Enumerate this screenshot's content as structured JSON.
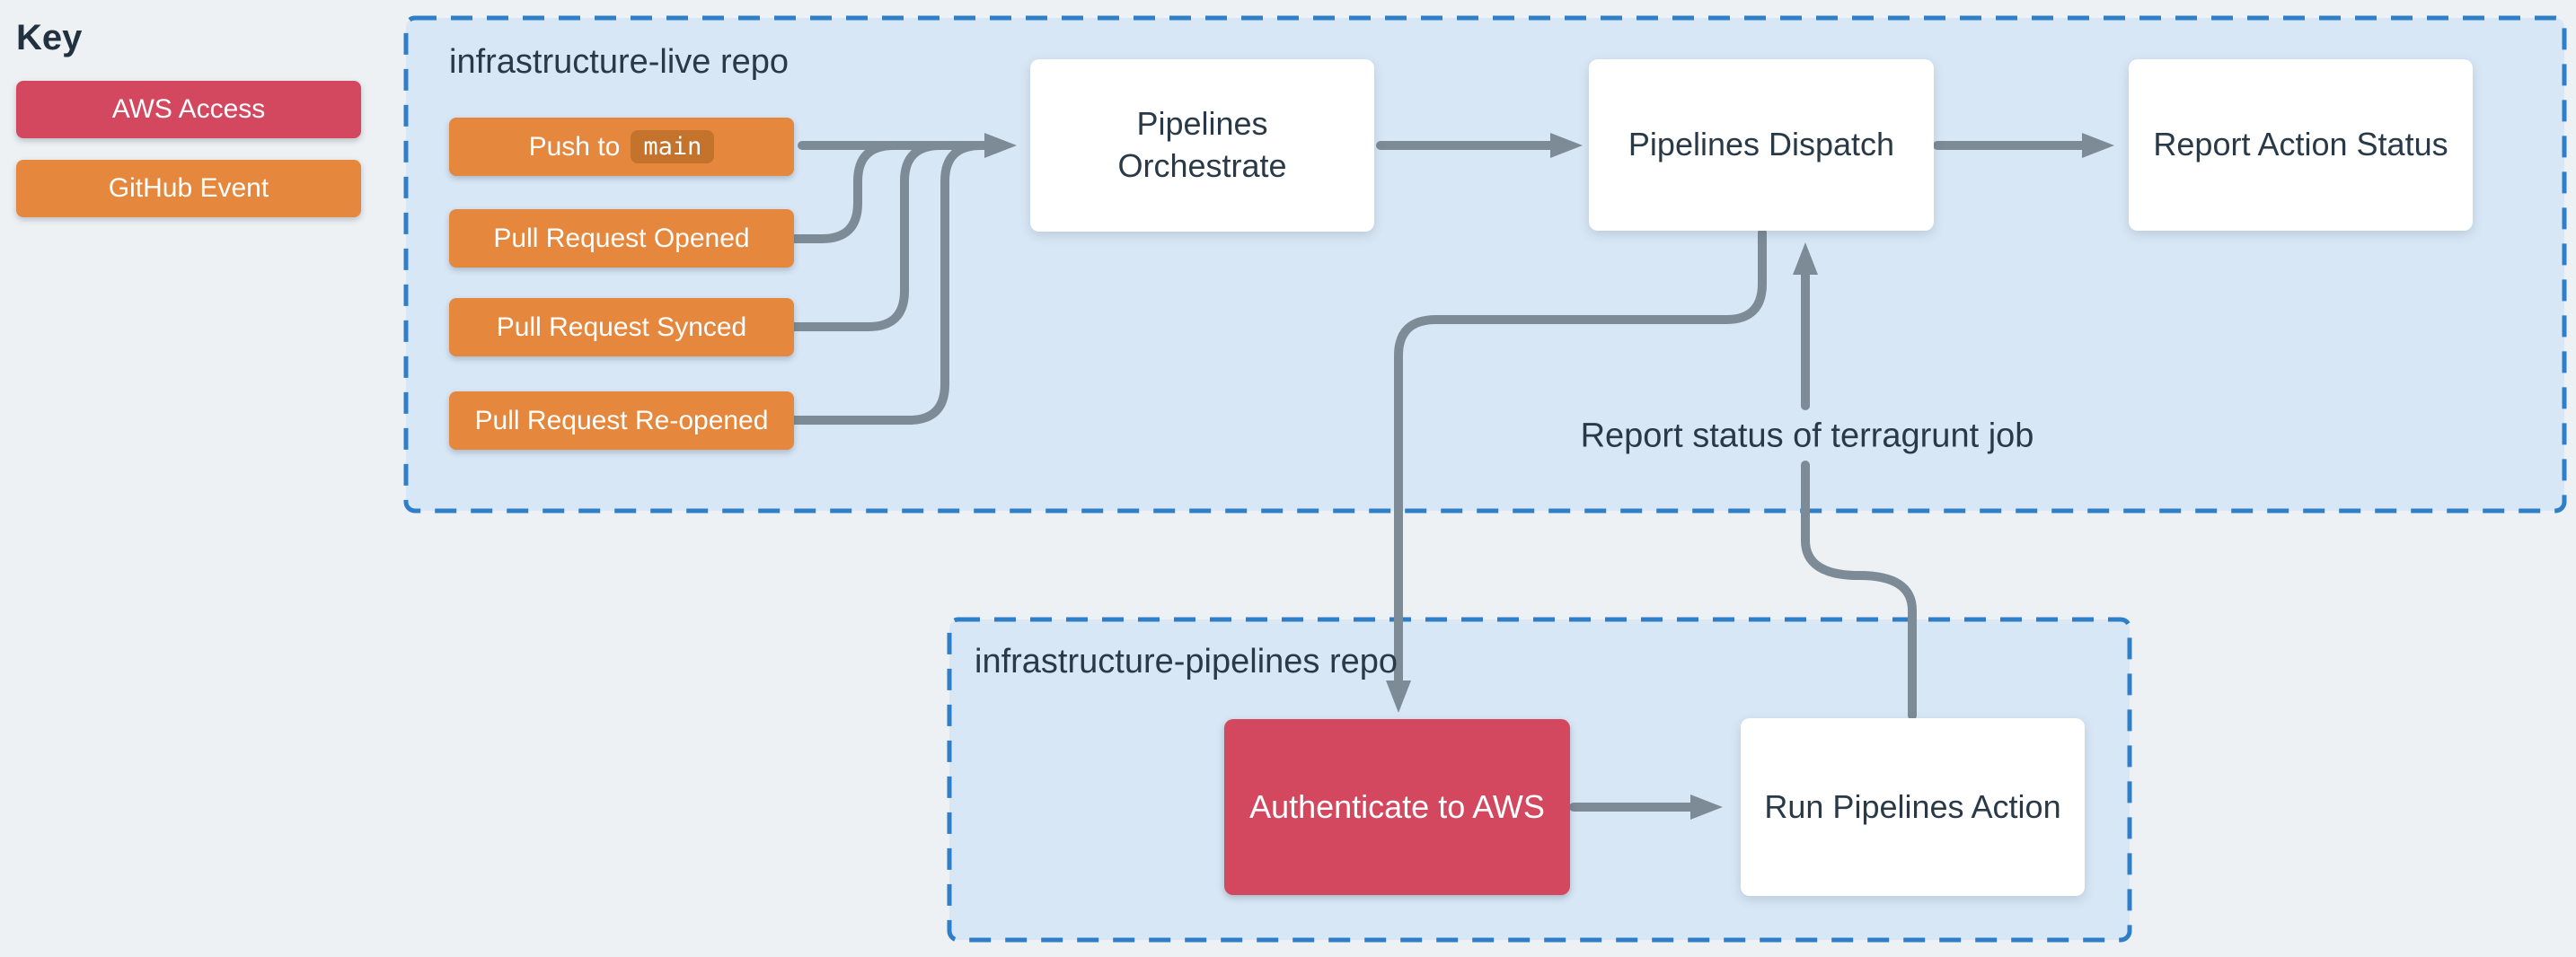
{
  "key": {
    "title": "Key",
    "items": [
      {
        "id": "aws-access",
        "label": "AWS Access",
        "color": "#D4485F"
      },
      {
        "id": "github-event",
        "label": "GitHub Event",
        "color": "#E5873C"
      }
    ]
  },
  "groups": {
    "infrastructure_live": {
      "label": "infrastructure-live repo"
    },
    "infrastructure_pipelines": {
      "label": "infrastructure-pipelines repo"
    }
  },
  "nodes": {
    "push_to_main": {
      "label": "Push to",
      "code": "main",
      "type": "github-event"
    },
    "pull_request_opened": {
      "label": "Pull Request Opened",
      "type": "github-event"
    },
    "pull_request_synced": {
      "label": "Pull Request Synced",
      "type": "github-event"
    },
    "pull_request_reopened": {
      "label": "Pull Request Re-opened",
      "type": "github-event"
    },
    "pipelines_orchestrate": {
      "label": "Pipelines\nOrchestrate",
      "type": "process"
    },
    "pipelines_dispatch": {
      "label": "Pipelines Dispatch",
      "type": "process"
    },
    "report_action_status": {
      "label": "Report Action Status",
      "type": "process"
    },
    "authenticate_to_aws": {
      "label": "Authenticate to AWS",
      "type": "aws-access"
    },
    "run_pipelines_action": {
      "label": "Run Pipelines Action",
      "type": "process"
    }
  },
  "annotations": {
    "terragrunt_status": "Report status of terragrunt job"
  },
  "colors": {
    "page_bg": "#EDF1F4",
    "group_bg": "#D8E7F5",
    "group_border": "#2E7FC7",
    "github_event": "#E5873C",
    "github_event_code_bg": "#C4732C",
    "aws_access": "#D4485F",
    "node_bg": "#FFFFFF",
    "connector": "#7D8B96",
    "text_dark": "#293947"
  }
}
